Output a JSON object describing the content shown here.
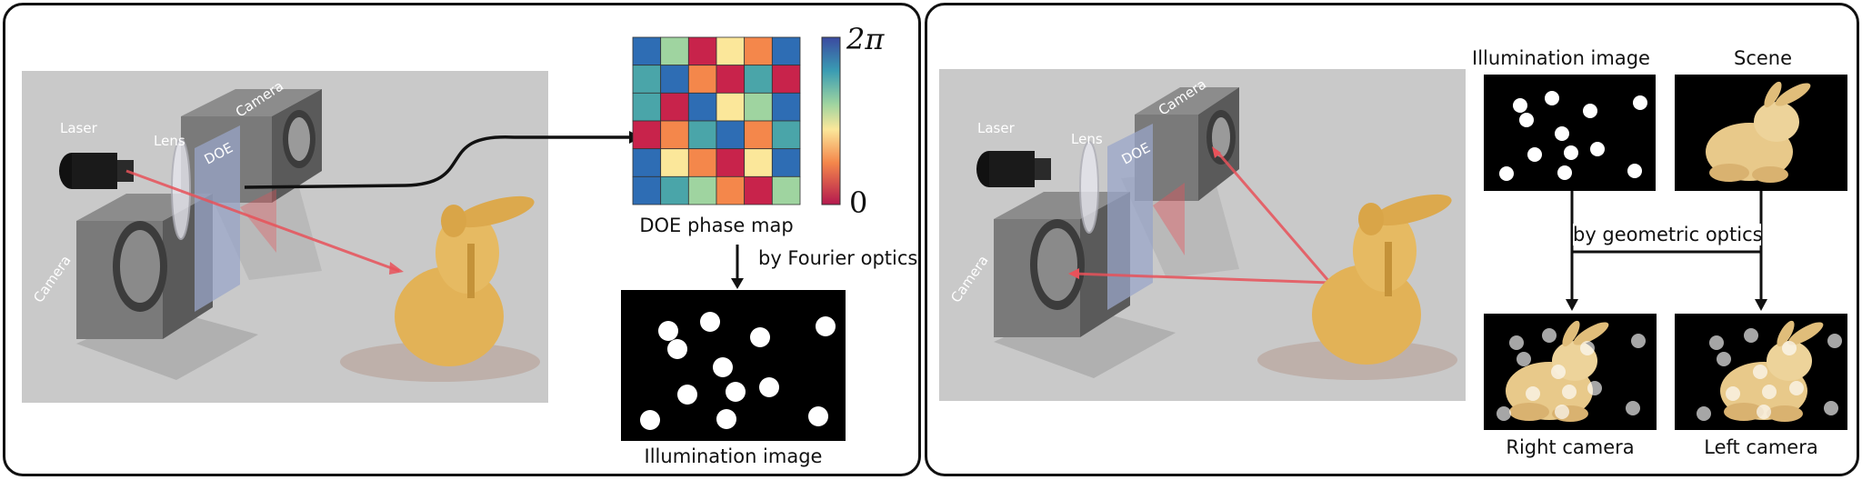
{
  "left_panel": {
    "scene_labels": {
      "laser": "Laser",
      "lens": "Lens",
      "doe": "DOE",
      "camera_top": "Camera",
      "camera_bottom": "Camera"
    },
    "phase_map": {
      "caption": "DOE phase map",
      "colorbar_max": "2π",
      "colorbar_min": "0",
      "grid": [
        [
          "#2e6db4",
          "#9fd4a0",
          "#c8234b",
          "#fbe79a",
          "#f4874b",
          "#2e6db4"
        ],
        [
          "#4aa5a9",
          "#2e6db4",
          "#f4874b",
          "#c8234b",
          "#4aa5a9",
          "#c8234b"
        ],
        [
          "#4aa5a9",
          "#c8234b",
          "#2e6db4",
          "#fbe79a",
          "#9fd4a0",
          "#2e6db4"
        ],
        [
          "#c8234b",
          "#f4874b",
          "#4aa5a9",
          "#2e6db4",
          "#f4874b",
          "#4aa5a9"
        ],
        [
          "#2e6db4",
          "#fbe79a",
          "#f4874b",
          "#c8234b",
          "#fbe79a",
          "#2e6db4"
        ],
        [
          "#2e6db4",
          "#4aa5a9",
          "#9fd4a0",
          "#f4874b",
          "#c8234b",
          "#9fd4a0"
        ]
      ]
    },
    "arrow_label": "by Fourier optics",
    "illumination_caption": "Illumination image"
  },
  "right_panel": {
    "scene_labels": {
      "laser": "Laser",
      "lens": "Lens",
      "doe": "DOE",
      "camera_top": "Camera",
      "camera_bottom": "Camera"
    },
    "illumination_title": "Illumination image",
    "scene_title": "Scene",
    "arrow_label": "by geometric optics",
    "right_camera_caption": "Right camera",
    "left_camera_caption": "Left camera"
  },
  "colors": {
    "laser_beam": "#e8525a",
    "scene_bg": "#c9c9c9",
    "bunny": "#e2b257",
    "device": "#6f6f6f",
    "doe_plate": "#9aa6c8"
  }
}
